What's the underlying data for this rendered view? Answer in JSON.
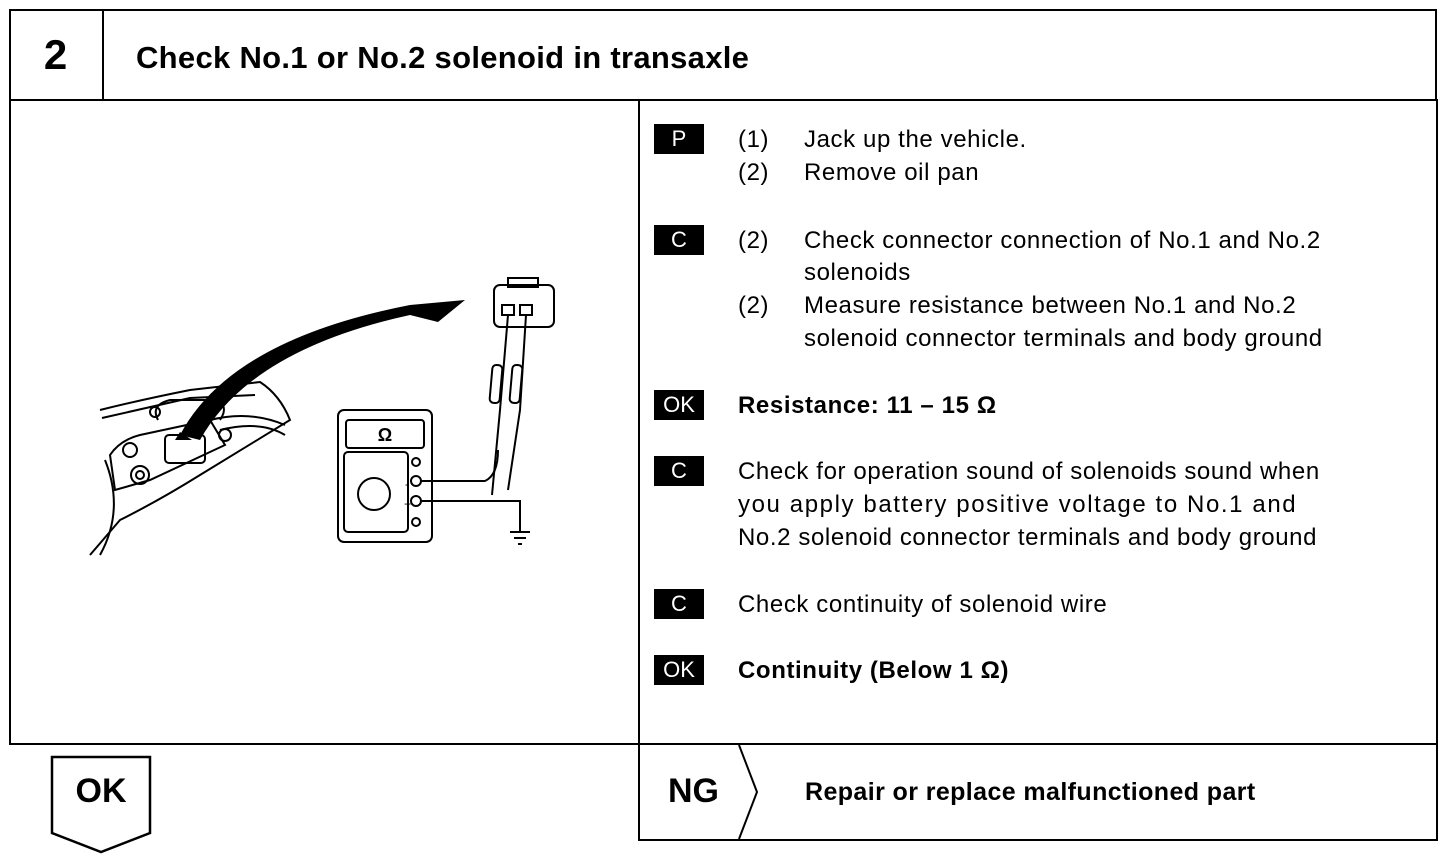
{
  "header": {
    "step_number": "2",
    "title": "Check No.1 or No.2 solenoid in transaxle"
  },
  "steps": [
    {
      "badge": "P",
      "lines": [
        {
          "num": "(1)",
          "text": "Jack up the vehicle."
        },
        {
          "num": "(2)",
          "text": "Remove oil pan"
        }
      ]
    },
    {
      "badge": "C",
      "lines": [
        {
          "num": "(2)",
          "text": "Check connector connection of No.1 and No.2"
        },
        {
          "num": "",
          "text": "solenoids"
        },
        {
          "num": "(2)",
          "text": "Measure resistance between No.1 and No.2"
        },
        {
          "num": "",
          "text": "solenoid connector terminals and body ground"
        }
      ]
    },
    {
      "badge": "OK",
      "text": "Resistance: 11 – 15 Ω"
    },
    {
      "badge": "C",
      "lines": [
        "Check for operation sound of solenoids sound when",
        "you apply battery positive voltage to No.1 and",
        "No.2 solenoid connector terminals and body ground"
      ]
    },
    {
      "badge": "C",
      "text": "Check continuity of solenoid wire"
    },
    {
      "badge": "OK",
      "text": "Continuity (Below 1 Ω)"
    }
  ],
  "ohmmeter": {
    "display": "Ω"
  },
  "result": {
    "ok_label": "OK",
    "ng_label": "NG",
    "ng_action": "Repair or replace malfunctioned part"
  }
}
